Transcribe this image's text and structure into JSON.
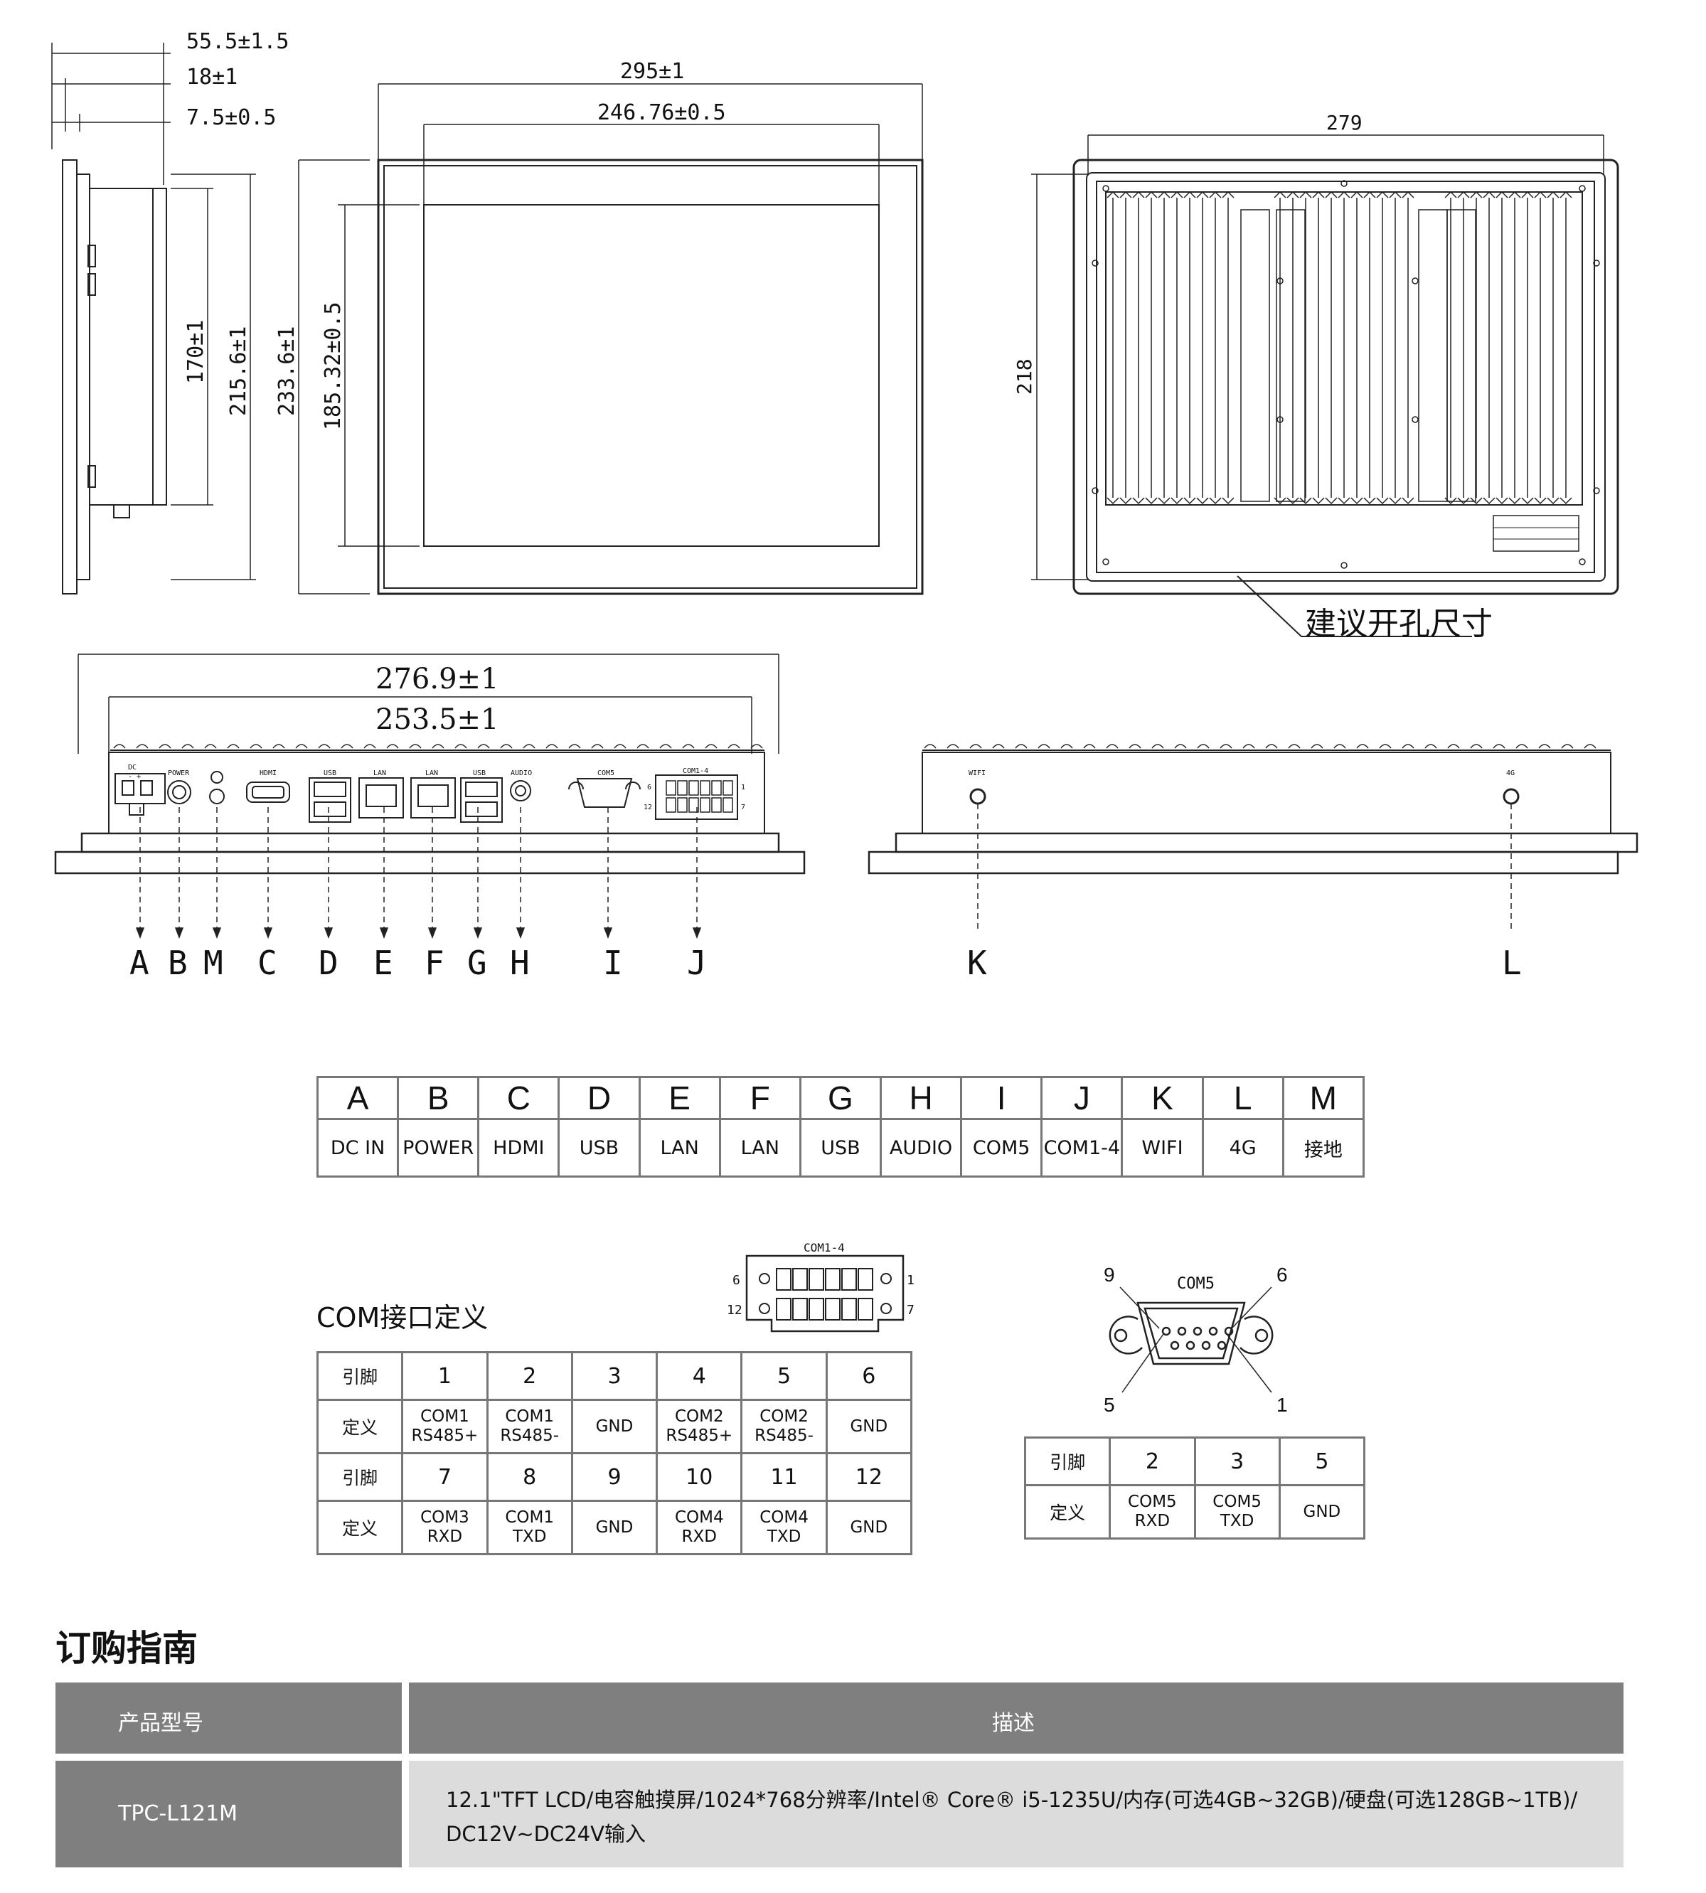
{
  "dimensions": {
    "side_depth": "55.5±1.5",
    "side_bezel": "18±1",
    "side_frame": "7.5±0.5",
    "side_body_h": "170±1",
    "side_cut_h": "215.6±1",
    "front_h": "233.6±1",
    "front_view_h": "185.32±0.5",
    "front_w": "295±1",
    "front_view_w": "246.76±0.5",
    "back_w": "279",
    "back_h": "218",
    "cutout_note": "建议开孔尺寸",
    "bottom_w1": "276.9±1",
    "bottom_w2": "253.5±1"
  },
  "port_labels": {
    "dc": "DC",
    "dc_pol": "-  +",
    "power": "POWER",
    "hdmi": "HDMI",
    "usb1": "USB",
    "lan1": "LAN",
    "lan2": "LAN",
    "usb2": "USB",
    "audio": "AUDIO",
    "com5": "COM5",
    "com14": "COM1-4",
    "wifi": "WIFI",
    "g4": "4G",
    "pin6": "6",
    "pin12": "12",
    "pin1": "1",
    "pin7": "7"
  },
  "callout_letters": [
    "A",
    "B",
    "M",
    "C",
    "D",
    "E",
    "F",
    "G",
    "H",
    "I",
    "J",
    "K",
    "L"
  ],
  "interface_table": {
    "letters": [
      "A",
      "B",
      "C",
      "D",
      "E",
      "F",
      "G",
      "H",
      "I",
      "J",
      "K",
      "L",
      "M"
    ],
    "names": [
      "DC IN",
      "POWER",
      "HDMI",
      "USB",
      "LAN",
      "LAN",
      "USB",
      "AUDIO",
      "COM5",
      "COM1-4",
      "WIFI",
      "4G",
      "接地"
    ]
  },
  "com_section": {
    "title": "COM接口定义",
    "connector_label": "COM1-4",
    "pin_label": "引脚",
    "def_label": "定义",
    "row1_pins": [
      "1",
      "2",
      "3",
      "4",
      "5",
      "6"
    ],
    "row1_defs": [
      [
        "COM1",
        "RS485+"
      ],
      [
        "COM1",
        "RS485-"
      ],
      [
        "GND"
      ],
      [
        "COM2",
        "RS485+"
      ],
      [
        "COM2",
        "RS485-"
      ],
      [
        "GND"
      ]
    ],
    "row2_pins": [
      "7",
      "8",
      "9",
      "10",
      "11",
      "12"
    ],
    "row2_defs": [
      [
        "COM3",
        "RXD"
      ],
      [
        "COM1",
        "TXD"
      ],
      [
        "GND"
      ],
      [
        "COM4",
        "RXD"
      ],
      [
        "COM4",
        "TXD"
      ],
      [
        "GND"
      ]
    ]
  },
  "com5_section": {
    "connector_label": "COM5",
    "pin_nums": [
      "9",
      "6",
      "5",
      "1"
    ],
    "pin_label": "引脚",
    "def_label": "定义",
    "pins": [
      "2",
      "3",
      "5"
    ],
    "defs": [
      [
        "COM5",
        "RXD"
      ],
      [
        "COM5",
        "TXD"
      ],
      [
        "GND"
      ]
    ]
  },
  "order": {
    "title": "订购指南",
    "col_model": "产品型号",
    "col_desc": "描述",
    "model": "TPC-L121M",
    "desc_line1": "12.1\"TFT LCD/电容触摸屏/1024*768分辨率/Intel® Core® i5-1235U/内存(可选4GB~32GB)/硬盘(可选128GB~1TB)/",
    "desc_line2": "DC12V~DC24V输入"
  }
}
